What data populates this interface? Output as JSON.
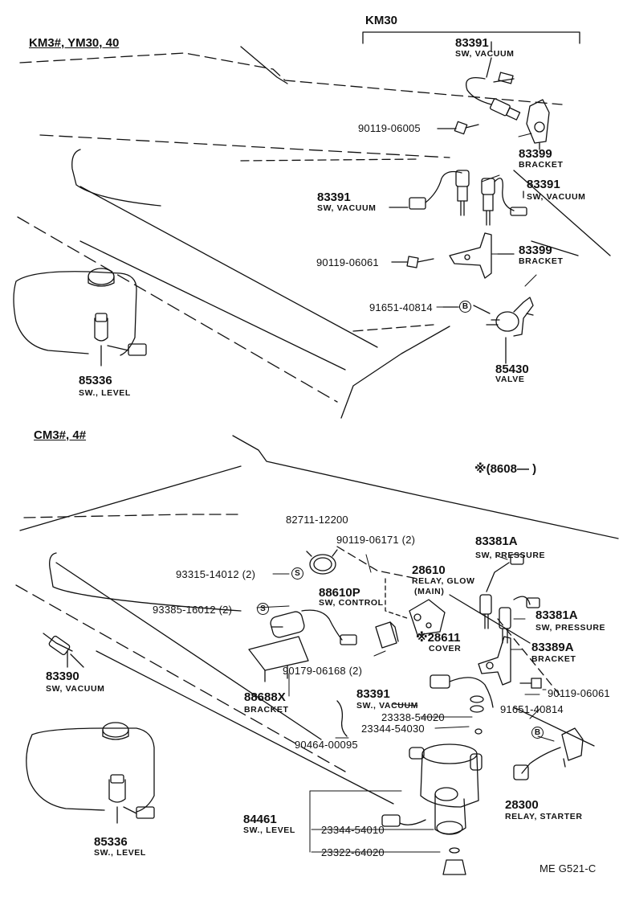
{
  "sections": {
    "top_left": "KM3#, YM30, 40",
    "top_right": "KM30",
    "bottom_left": "CM3#, 4#",
    "bottom_right": "※(8608—      )"
  },
  "labels": {
    "p83391a": "83391",
    "d83391a": "SW, VACUUM",
    "p9011906005": "90119-06005",
    "p83399a": "83399",
    "d83399a": "BRACKET",
    "p83391b": "83391",
    "d83391b": "SW, VACUUM",
    "p83391c": "83391",
    "d83391c": "SW, VACUUM",
    "p9011906061a": "90119-06061",
    "p83399b": "83399",
    "d83399b": "BRACKET",
    "p9165140814a": "91651-40814",
    "p85430": "85430",
    "d85430": "VALVE",
    "p85336a": "85336",
    "d85336a": "SW., LEVEL",
    "p8271112200": "82711-12200",
    "p9011906171": "90119-06171 (2)",
    "p9331514012": "93315-14012 (2)",
    "p28610": "28610",
    "d28610a": "RELAY, GLOW",
    "d28610b": "(MAIN)",
    "p88610P": "88610P",
    "d88610P": "SW, CONTROL",
    "p9338516012": "93385-16012 (2)",
    "p28611": "※28611",
    "d28611": "COVER",
    "p83381Aa": "83381A",
    "d83381Aa": "SW, PRESSURE",
    "p83381Ab": "83381A",
    "d83381Ab": "SW, PRESSURE",
    "p83390": "83390",
    "d83390": "SW, VACUUM",
    "p9017906168": "90179-06168 (2)",
    "p83389A": "83389A",
    "d83389A": "BRACKET",
    "p88688X": "88688X",
    "d88688X": "BRACKET",
    "p83391d": "83391",
    "d83391d": "SW., VACUUM",
    "p9011906061b": "90119-06061",
    "p2333854020": "23338-54020",
    "p9165140814b": "91651-40814",
    "p2334454030": "23344-54030",
    "p9046400095": "90464-00095",
    "p84461": "84461",
    "d84461": "SW., LEVEL",
    "p2334454010": "23344-54010",
    "p28300": "28300",
    "d28300": "RELAY, STARTER",
    "p85336b": "85336",
    "d85336b": "SW., LEVEL",
    "p2332264020": "23322-64020",
    "mark_B": "B",
    "mark_S": "S",
    "footer": "ME  G521-C"
  }
}
